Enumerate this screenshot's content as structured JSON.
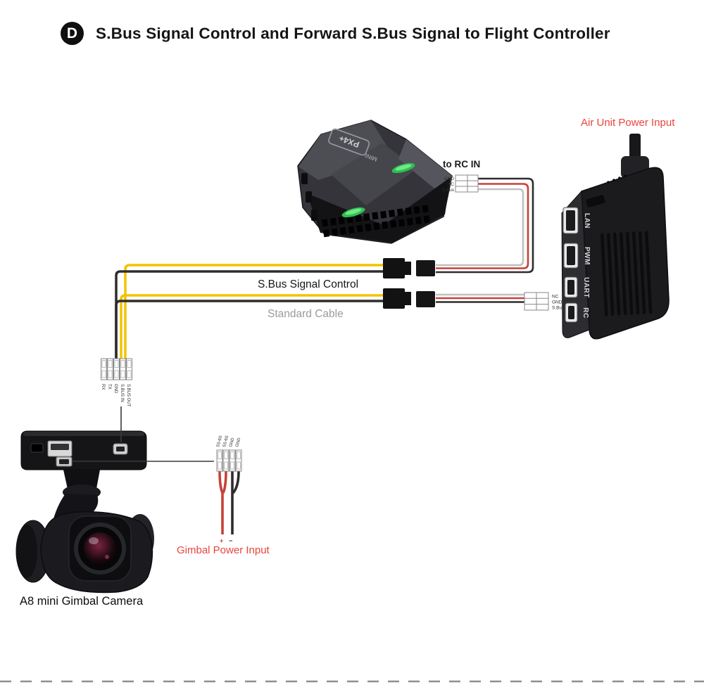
{
  "title": {
    "badge": "D",
    "text": "S.Bus Signal Control and Forward S.Bus Signal to Flight Controller"
  },
  "flight_controller": {
    "logo": "PX4+",
    "model": "MINI",
    "rc_in_label": "to RC IN",
    "rc_in_pins": [
      "GND",
      "NC",
      "S.Bus"
    ]
  },
  "air_unit": {
    "power_label": "Air Unit Power Input",
    "ports": [
      "LAN",
      "PWM",
      "UART",
      "RC"
    ],
    "rc_lead_pins": [
      "NC",
      "GND",
      "S.Bus"
    ]
  },
  "cable": {
    "label": "S.Bus Signal Control",
    "sublabel": "Standard Cable"
  },
  "gimbal": {
    "name": "A8 mini Gimbal Camera",
    "sbus_pins": [
      "RX",
      "TX",
      "GND",
      "S.BUS IN",
      "S.BUS OUT"
    ],
    "power_label": "Gimbal Power Input",
    "power_pins": [
      "5S-6S",
      "5S-6S",
      "GND",
      "GND"
    ],
    "plus": "+",
    "minus": "−"
  },
  "colors": {
    "wire_yellow": "#F0C400",
    "wire_red": "#C6423A",
    "wire_black": "#2D2D2D",
    "wire_white": "#C0C0C0",
    "accent_red": "#E8453C",
    "muted_gray": "#9B9B9B",
    "device_black": "#1B1B1E",
    "led_green": "#2EC04E"
  }
}
